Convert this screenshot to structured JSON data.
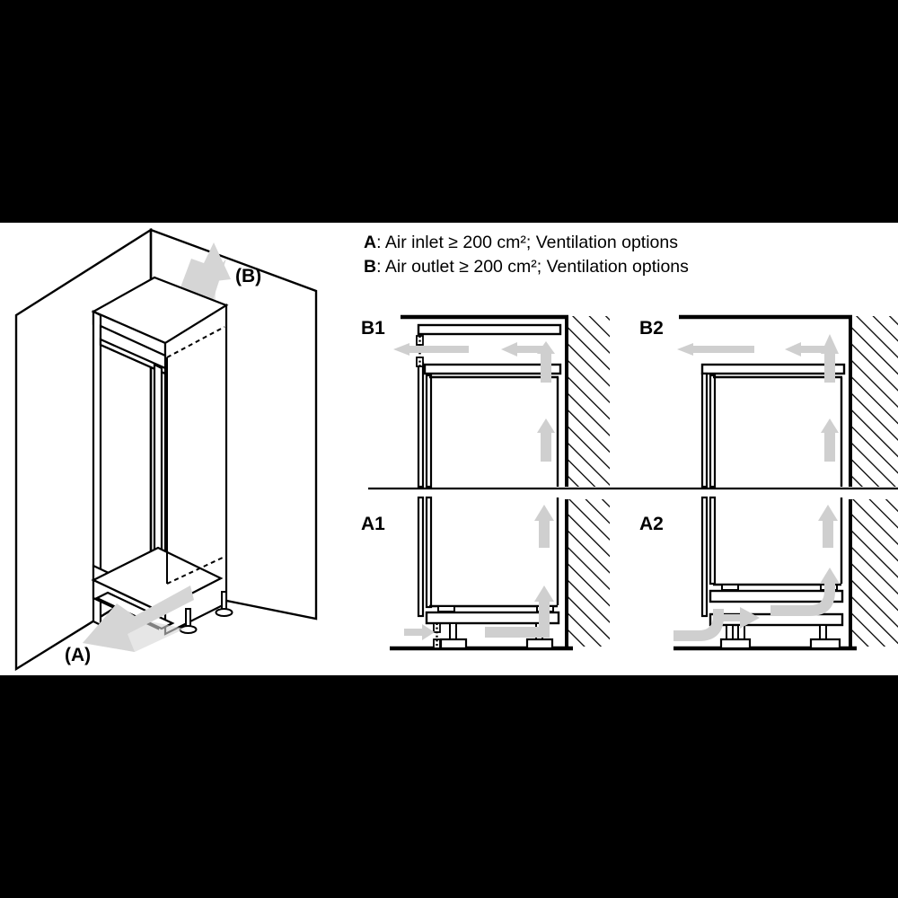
{
  "legend": {
    "lines": [
      {
        "key": "A",
        "text": ": Air inlet ≥ 200 cm²; Ventilation options"
      },
      {
        "key": "B",
        "text": ": Air outlet ≥ 200 cm²; Ventilation options"
      }
    ]
  },
  "isometric": {
    "label_top": "(B)",
    "label_bottom": "(A)",
    "description": "Built-in tall cabinet niche shown in isometric view inside a corner of two walls, with air outlet arrow rising at top rear and air inlet arrow entering at bottom front plinth."
  },
  "panels": [
    {
      "id": "B1",
      "label": "B1",
      "row": "top",
      "col": "left"
    },
    {
      "id": "B2",
      "label": "B2",
      "row": "top",
      "col": "right"
    },
    {
      "id": "A1",
      "label": "A1",
      "row": "bottom",
      "col": "left"
    },
    {
      "id": "A2",
      "label": "A2",
      "row": "bottom",
      "col": "right"
    }
  ],
  "colors": {
    "background": "#000000",
    "page": "#ffffff",
    "line": "#000000",
    "arrow": "#cfcfcf",
    "iso_arrow": "#d5d5d5"
  }
}
